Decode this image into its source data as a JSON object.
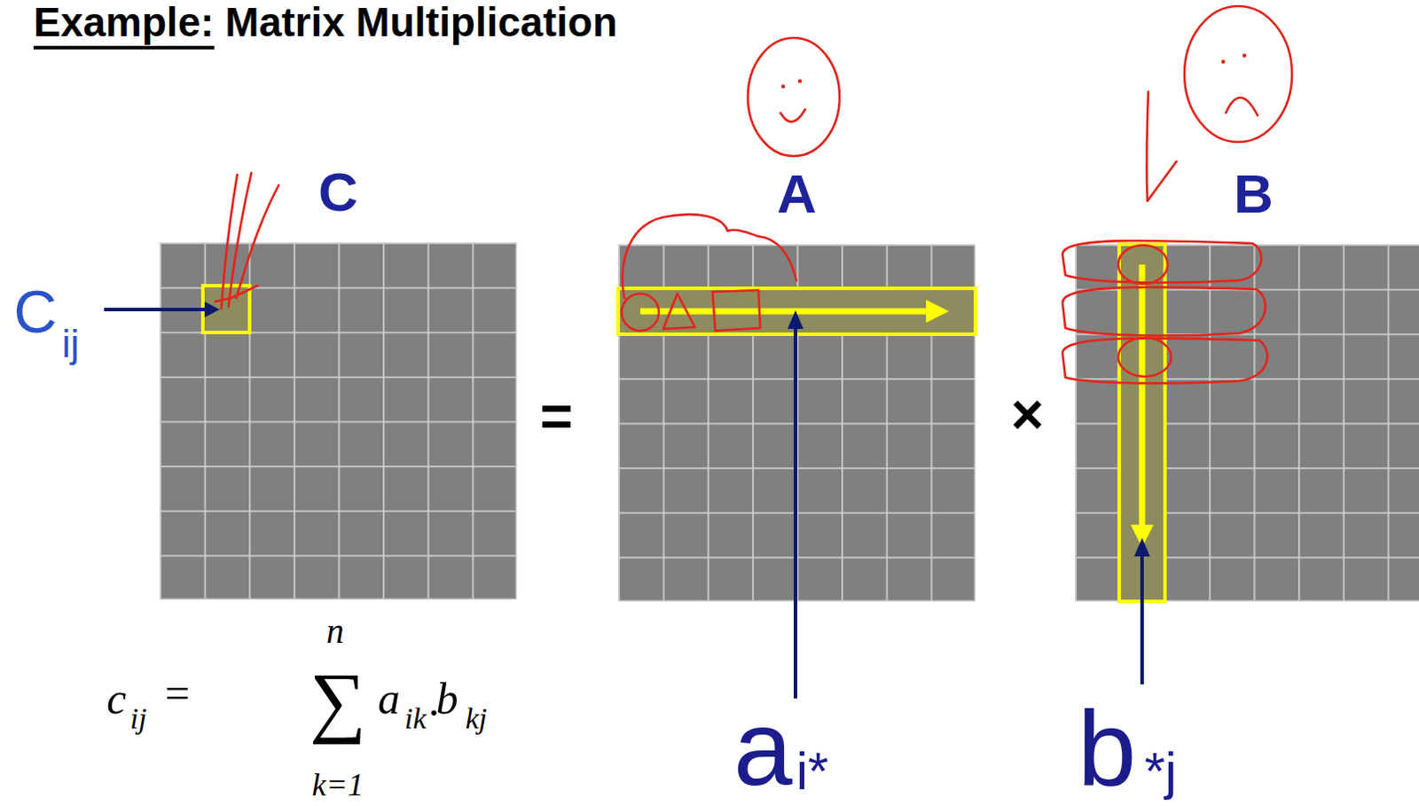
{
  "diagram": {
    "title": "Example: Matrix Multiplication",
    "nodes": [
      {
        "text": [
          "C"
        ]
      },
      {
        "text": [
          "A"
        ]
      },
      {
        "text": [
          "B"
        ]
      }
    ],
    "labels": [
      "C",
      "ij",
      "=",
      "×",
      "a",
      "i*",
      "b",
      "*j",
      "c",
      "ij",
      "=",
      "∑",
      "n",
      "k=1",
      "a",
      "ik",
      ".",
      "b",
      "kj"
    ]
  }
}
